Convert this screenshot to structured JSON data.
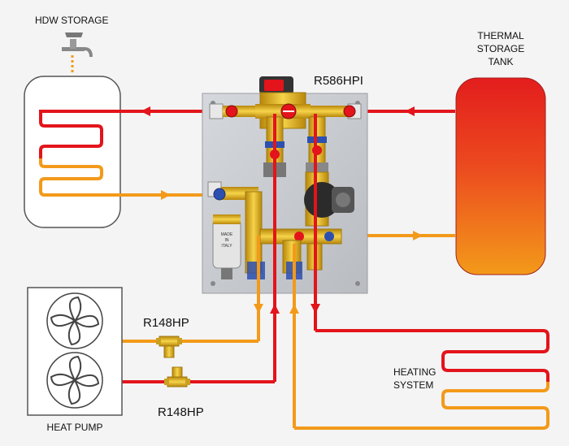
{
  "labels": {
    "hdw_storage": "HDW STORAGE",
    "thermal_line1": "THERMAL",
    "thermal_line2": "STORAGE",
    "thermal_line3": "TANK",
    "module": "R586HPI",
    "valve_top": "R148HP",
    "valve_bottom": "R148HP",
    "heating_line1": "HEATING",
    "heating_line2": "SYSTEM",
    "heat_pump": "HEAT PUMP",
    "made_in_line1": "MADE",
    "made_in_line2": "IN",
    "made_in_line3": "ITALY"
  },
  "colors": {
    "hot": "#e3141b",
    "warm": "#f39a1a",
    "brass": "#e8b421",
    "panel": "#c9ccd1",
    "tank_top": "#e31d1d",
    "tank_bottom": "#f39a1a",
    "pump_blue": "#2d4fb0",
    "background": "#f4f4f4"
  },
  "icons": {
    "faucet": "faucet-icon",
    "fan": "fan-icon",
    "arrow": "flow-arrow-icon",
    "pump": "circulator-pump-icon",
    "valve": "valve-icon"
  }
}
